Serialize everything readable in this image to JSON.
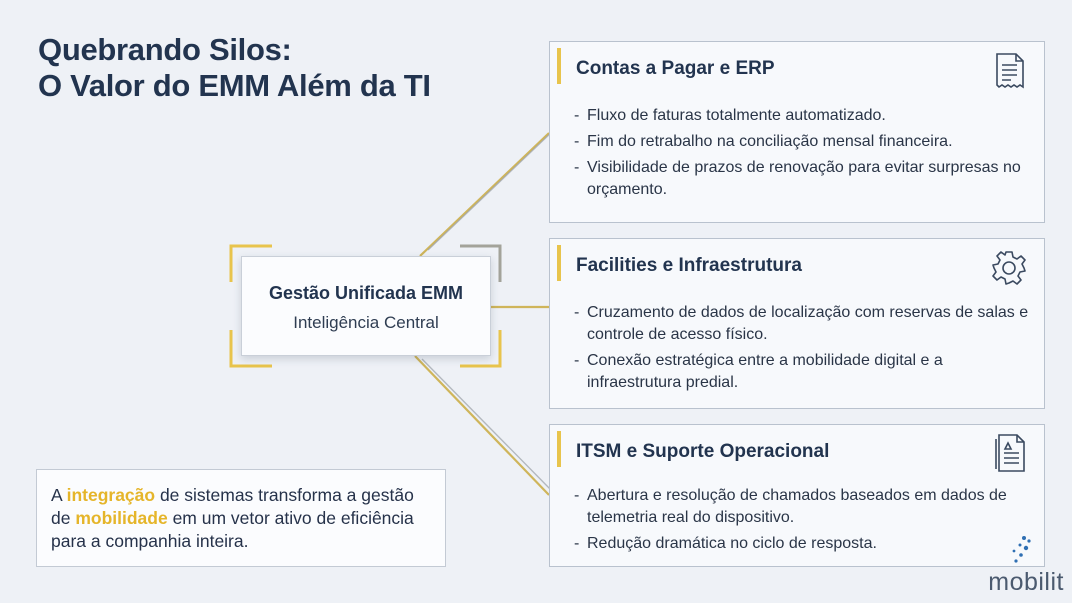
{
  "title": {
    "line1": "Quebrando Silos:",
    "line2": "O Valor do EMM Além da TI"
  },
  "hub": {
    "title": "Gestão Unificada EMM",
    "subtitle": "Inteligência Central"
  },
  "cards": [
    {
      "title": "Contas a Pagar e ERP",
      "icon": "invoice-document-icon",
      "items": [
        "Fluxo de faturas totalmente automatizado.",
        "Fim do retrabalho na conciliação mensal financeira.",
        "Visibilidade de prazos de renovação para evitar surpresas no orçamento."
      ]
    },
    {
      "title": "Facilities e Infraestrutura",
      "icon": "gear-icon",
      "items": [
        "Cruzamento de dados de localização com reservas de salas e controle de acesso físico.",
        "Conexão estratégica entre a mobilidade digital e a infraestrutura predial."
      ]
    },
    {
      "title": "ITSM e Suporte Operacional",
      "icon": "ticket-document-icon",
      "items": [
        "Abertura e resolução de chamados baseados em dados de telemetria real do dispositivo.",
        "Redução dramática no ciclo de resposta."
      ]
    }
  ],
  "callout": {
    "part1": "A ",
    "highlight1": "integração",
    "part2": " de sistemas transforma a gestão de ",
    "highlight2": "mobilidade",
    "part3": " em um vetor ativo de eficiência para a companhia inteira."
  },
  "logo": {
    "text": "mobilit"
  },
  "colors": {
    "accent": "#e8c44c",
    "connector_gray": "#9aa0a6",
    "title": "#22344f"
  }
}
